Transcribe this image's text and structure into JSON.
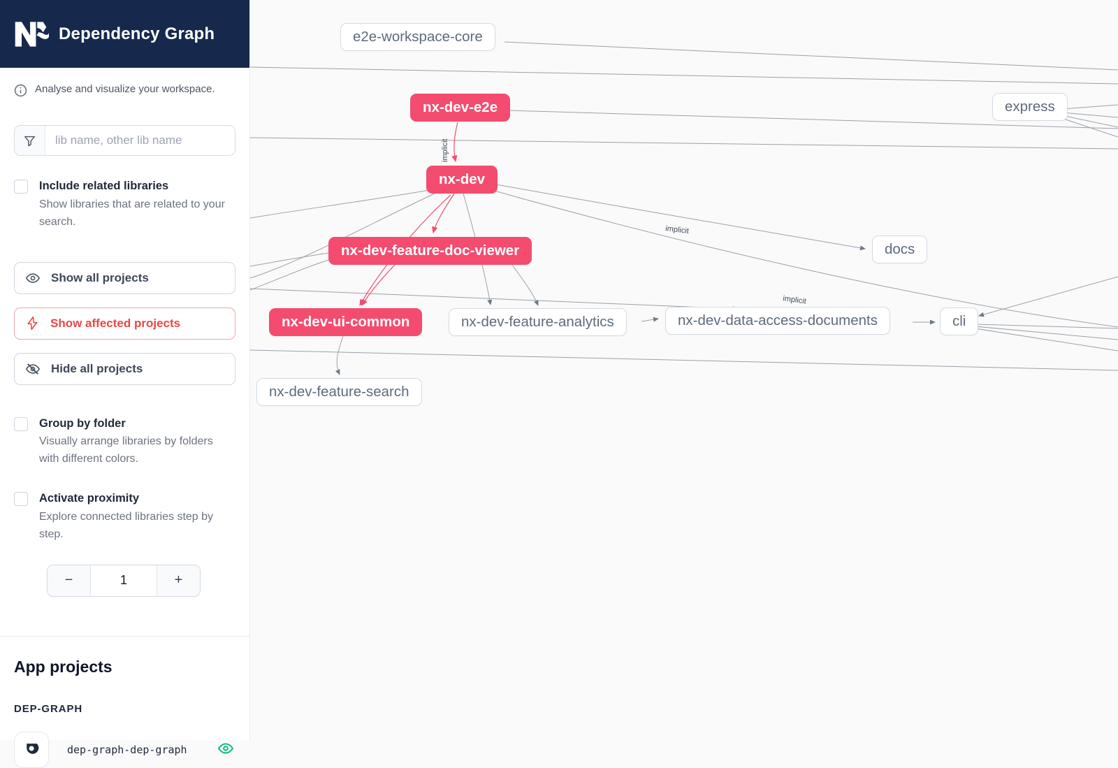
{
  "header": {
    "title": "Dependency Graph"
  },
  "sidebar": {
    "tagline": "Analyse and visualize your workspace.",
    "search": {
      "placeholder": "lib name, other lib name"
    },
    "include_related": {
      "label": "Include related libraries",
      "description": "Show libraries that are related to your search.",
      "checked": false
    },
    "buttons": {
      "show_all": "Show all projects",
      "show_affected": "Show affected projects",
      "hide_all": "Hide all projects"
    },
    "group_by_folder": {
      "label": "Group by folder",
      "description": "Visually arrange libraries by folders with different colors.",
      "checked": false
    },
    "proximity": {
      "label": "Activate proximity",
      "description": "Explore connected libraries step by step.",
      "checked": false
    },
    "stepper": {
      "decrement": "−",
      "value": "1",
      "increment": "+"
    },
    "apps_heading": "App projects",
    "group_label": "DEP-GRAPH",
    "projects": [
      {
        "name": "dep-graph-dep-graph",
        "visible": true
      }
    ]
  },
  "graph": {
    "edge_labels": [
      "implicit",
      "implicit",
      "implicit"
    ],
    "nodes": [
      {
        "label": "e2e-workspace-core",
        "affected": false
      },
      {
        "label": "nx-dev-e2e",
        "affected": true
      },
      {
        "label": "express",
        "affected": false
      },
      {
        "label": "nx-dev",
        "affected": true
      },
      {
        "label": "nx-dev-feature-doc-viewer",
        "affected": true
      },
      {
        "label": "docs",
        "affected": false
      },
      {
        "label": "nx-dev-ui-common",
        "affected": true
      },
      {
        "label": "nx-dev-feature-analytics",
        "affected": false
      },
      {
        "label": "nx-dev-data-access-documents",
        "affected": false
      },
      {
        "label": "cli",
        "affected": false
      },
      {
        "label": "nx-dev-feature-search",
        "affected": false
      }
    ],
    "edges": [
      {
        "from": "nx-dev-e2e",
        "to": "nx-dev",
        "label": "implicit",
        "affected": true
      },
      {
        "from": "nx-dev",
        "to": "nx-dev-feature-doc-viewer",
        "affected": true
      },
      {
        "from": "nx-dev",
        "to": "nx-dev-ui-common",
        "affected": true
      },
      {
        "from": "nx-dev-feature-doc-viewer",
        "to": "nx-dev-ui-common",
        "affected": true
      },
      {
        "from": "nx-dev",
        "to": "docs",
        "label": "implicit",
        "affected": false
      },
      {
        "from": "nx-dev",
        "to": "nx-dev-feature-analytics",
        "affected": false
      },
      {
        "from": "nx-dev-feature-doc-viewer",
        "to": "nx-dev-feature-analytics",
        "affected": false
      },
      {
        "from": "nx-dev-feature-analytics",
        "to": "nx-dev-data-access-documents",
        "affected": false
      },
      {
        "from": "nx-dev-data-access-documents",
        "to": "cli",
        "affected": false
      },
      {
        "from": "nx-dev-ui-common",
        "to": "nx-dev-feature-search",
        "affected": false
      }
    ],
    "colors": {
      "affected_node": "#f34c6f",
      "edge": "#9aa1a9",
      "header_navy": "#16294d",
      "affected_button_red": "#ee4444",
      "visible_eye_green": "#10b981"
    }
  }
}
